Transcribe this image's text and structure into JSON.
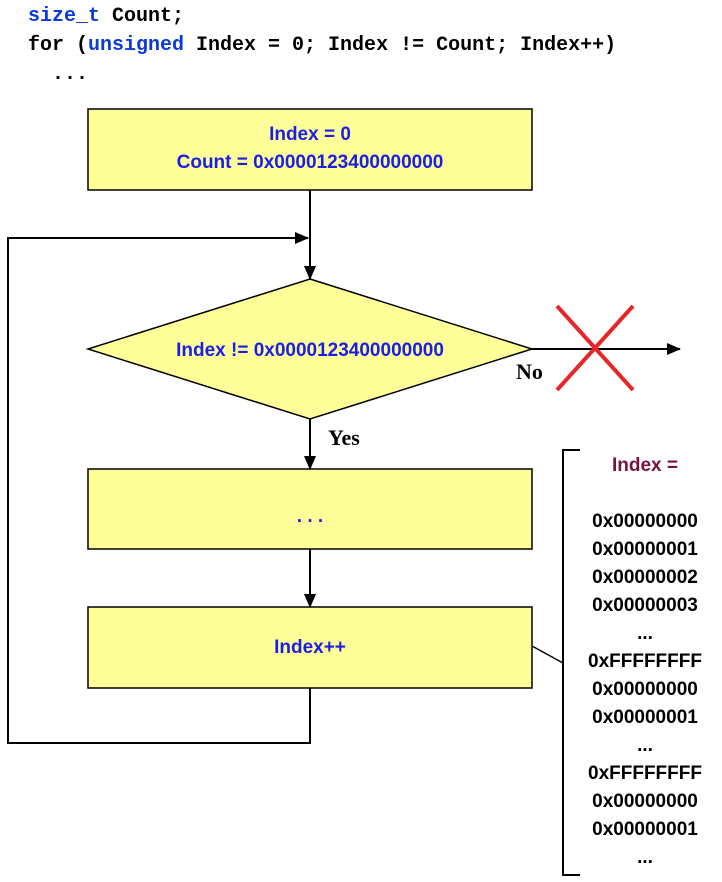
{
  "code": {
    "line1": {
      "type_kw": "size_t",
      "rest": " Count;"
    },
    "line2": {
      "pre": "for (",
      "kw": "unsigned",
      "rest": " Index = 0; Index != Count; Index++)"
    },
    "line3": "  ..."
  },
  "flowchart": {
    "init_box": {
      "line1": "Index = 0",
      "line2": "Count = 0x0000123400000000"
    },
    "condition": "Index != 0x0000123400000000",
    "no_label": "No",
    "yes_label": "Yes",
    "body_box": ". . .",
    "increment_box": "Index++"
  },
  "index_values": {
    "heading": "Index =",
    "items": [
      "0x00000000",
      "0x00000001",
      "0x00000002",
      "0x00000003",
      "...",
      "0xFFFFFFFF",
      "0x00000000",
      "0x00000001",
      "...",
      "0xFFFFFFFF",
      "0x00000000",
      "0x00000001",
      "..."
    ]
  },
  "colors": {
    "box_fill": "#ffff99",
    "box_text": "#1a1ee8",
    "keyword": "#0b3bd6",
    "cross": "#e8262a",
    "list_heading": "#7a1240"
  }
}
